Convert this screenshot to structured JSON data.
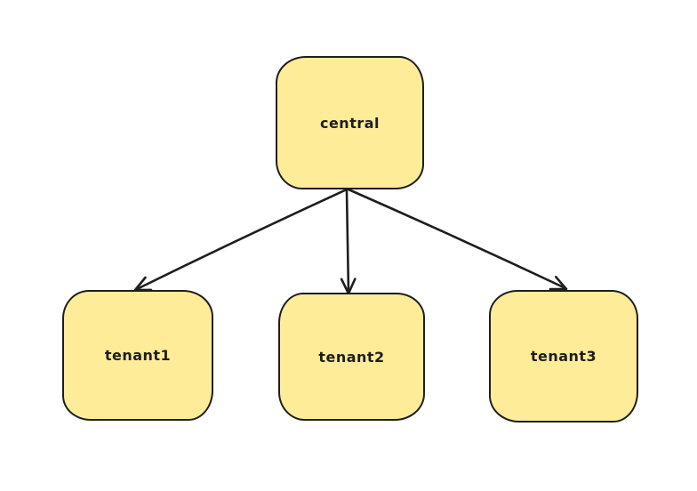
{
  "diagram": {
    "colors": {
      "background": "#ffffff",
      "node_fill": "#ffec99",
      "node_stroke": "#1e1e1e",
      "arrow": "#1e1e1e",
      "text": "#1e1e1e"
    },
    "nodes": [
      {
        "id": "central",
        "label": "central"
      },
      {
        "id": "tenant1",
        "label": "tenant1"
      },
      {
        "id": "tenant2",
        "label": "tenant2"
      },
      {
        "id": "tenant3",
        "label": "tenant3"
      }
    ],
    "edges": [
      {
        "from": "central",
        "to": "tenant1"
      },
      {
        "from": "central",
        "to": "tenant2"
      },
      {
        "from": "central",
        "to": "tenant3"
      }
    ]
  }
}
